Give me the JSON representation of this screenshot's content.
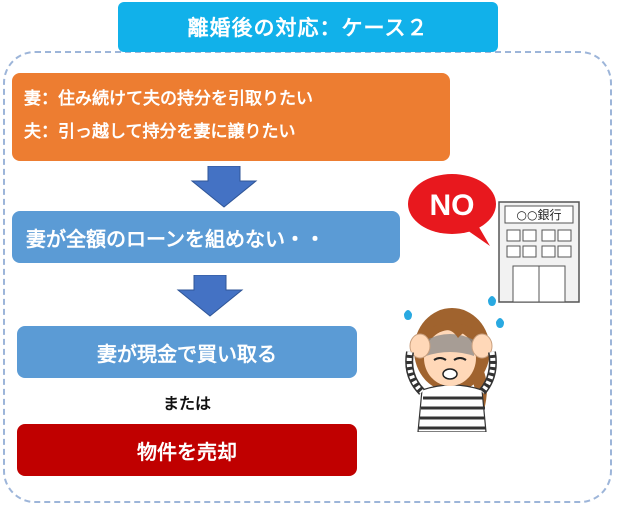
{
  "title": "離婚後の対応：ケース２",
  "situation": {
    "wife": "妻：住み続けて夫の持分を引取りたい",
    "husband": "夫：引っ越して持分を妻に譲りたい"
  },
  "problem": "妻が全額のローンを組めない・・",
  "option1": "妻が現金で買い取る",
  "or_label": "または",
  "option2": "物件を売却",
  "illustration": {
    "no_bubble_text": "NO",
    "bank_sign": "○○銀行"
  },
  "colors": {
    "title_bg": "#11b1ea",
    "situation_bg": "#ed7d31",
    "flow_box_bg": "#5b9bd5",
    "sell_box_bg": "#c00000",
    "arrow": "#4472c4",
    "frame_border": "#9db5d9"
  }
}
